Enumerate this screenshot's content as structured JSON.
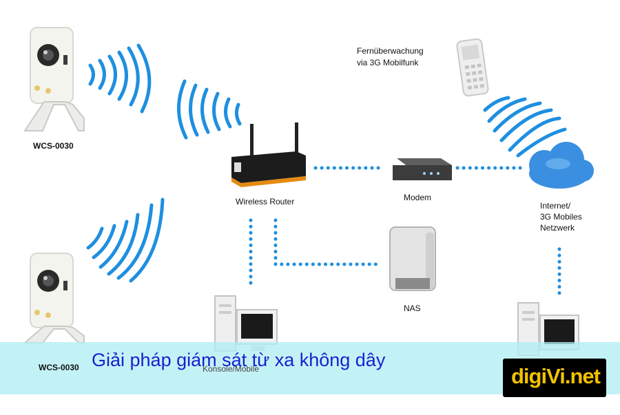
{
  "labels": {
    "camera_1": "WCS-0030",
    "camera_2": "WCS-0030",
    "router": "Wireless Router",
    "modem": "Modem",
    "nas": "NAS",
    "mobile_line1": "Fernüberwachung",
    "mobile_line2": "via 3G Mobilfunk",
    "internet_line1": "Internet/",
    "internet_line2": "3G Mobiles",
    "internet_line3": "Netzwerk",
    "computer_left": "Konsole/Mobile"
  },
  "banner": {
    "text": "Giải pháp giám sát từ xa không dây"
  },
  "logo": {
    "text": "digiVi.net"
  },
  "icons": [
    "camera-icon",
    "router-icon",
    "modem-icon",
    "nas-icon",
    "phone-icon",
    "cloud-icon",
    "computer-icon",
    "wifi-waves-icon"
  ],
  "colors": {
    "signal": "#1e8fe0",
    "cloud": "#3b8fe0",
    "banner_bg": "#b2eef3",
    "banner_text": "#1a1fd0",
    "logo_bg": "#000000",
    "logo_text": "#f2c200"
  }
}
